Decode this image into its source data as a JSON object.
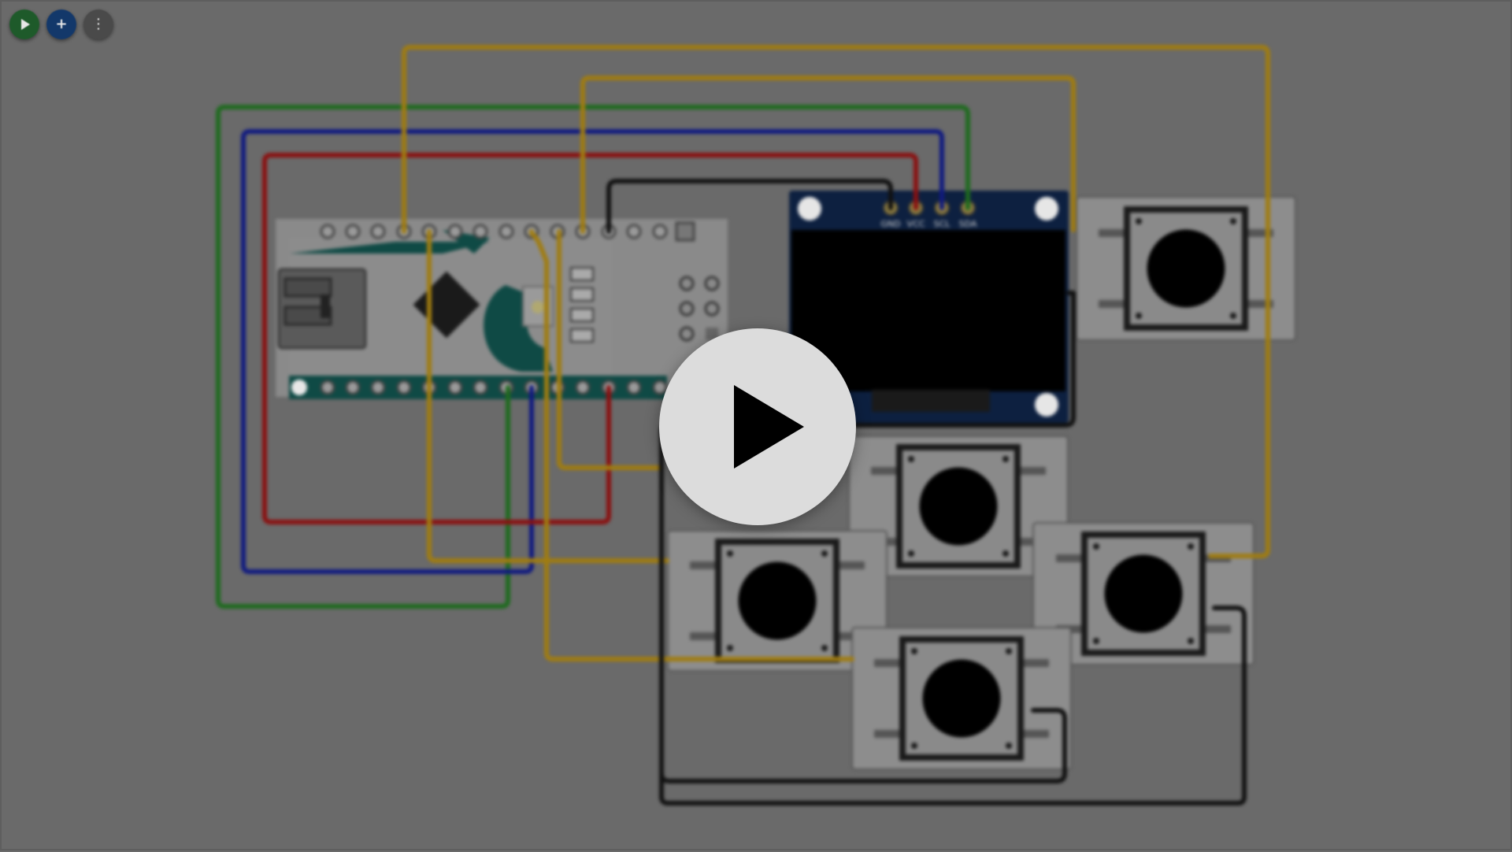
{
  "toolbar": {
    "run_icon": "play-icon",
    "add_icon": "plus-icon",
    "more_icon": "vertical-dots-icon"
  },
  "overlay": {
    "icon": "play-icon"
  },
  "oled": {
    "pin_labels": [
      "GND",
      "VCC",
      "SCL",
      "SDA"
    ]
  },
  "colors": {
    "background": "#6a6a6a",
    "wire_yellow": "#a07c10",
    "wire_green": "#1e6a1e",
    "wire_blue": "#101a80",
    "wire_red": "#8a1010",
    "wire_black": "#111111",
    "board_teal": "#0f4a45",
    "oled_pcb": "#0d2040"
  }
}
